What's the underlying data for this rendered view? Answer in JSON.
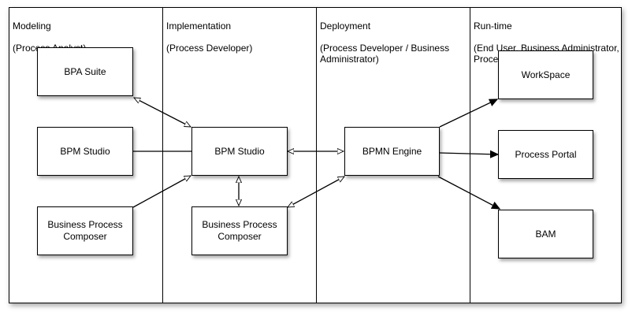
{
  "lanes": [
    {
      "title": "Modeling",
      "subtitle": "(Process Analyst)"
    },
    {
      "title": "Implementation",
      "subtitle": "(Process Developer)"
    },
    {
      "title": "Deployment",
      "subtitle": "(Process Developer / Business\nAdministrator)"
    },
    {
      "title": "Run-time",
      "subtitle": "(End User, Business Administrator,\nProcess Owner)"
    }
  ],
  "nodes": {
    "bpa_suite": "BPA Suite",
    "bpm_studio_modeling": "BPM Studio",
    "bpc_modeling": "Business Process\nComposer",
    "bpm_studio_impl": "BPM Studio",
    "bpc_impl": "Business Process\nComposer",
    "bpmn_engine": "BPMN Engine",
    "workspace": "WorkSpace",
    "process_portal": "Process Portal",
    "bam": "BAM"
  }
}
